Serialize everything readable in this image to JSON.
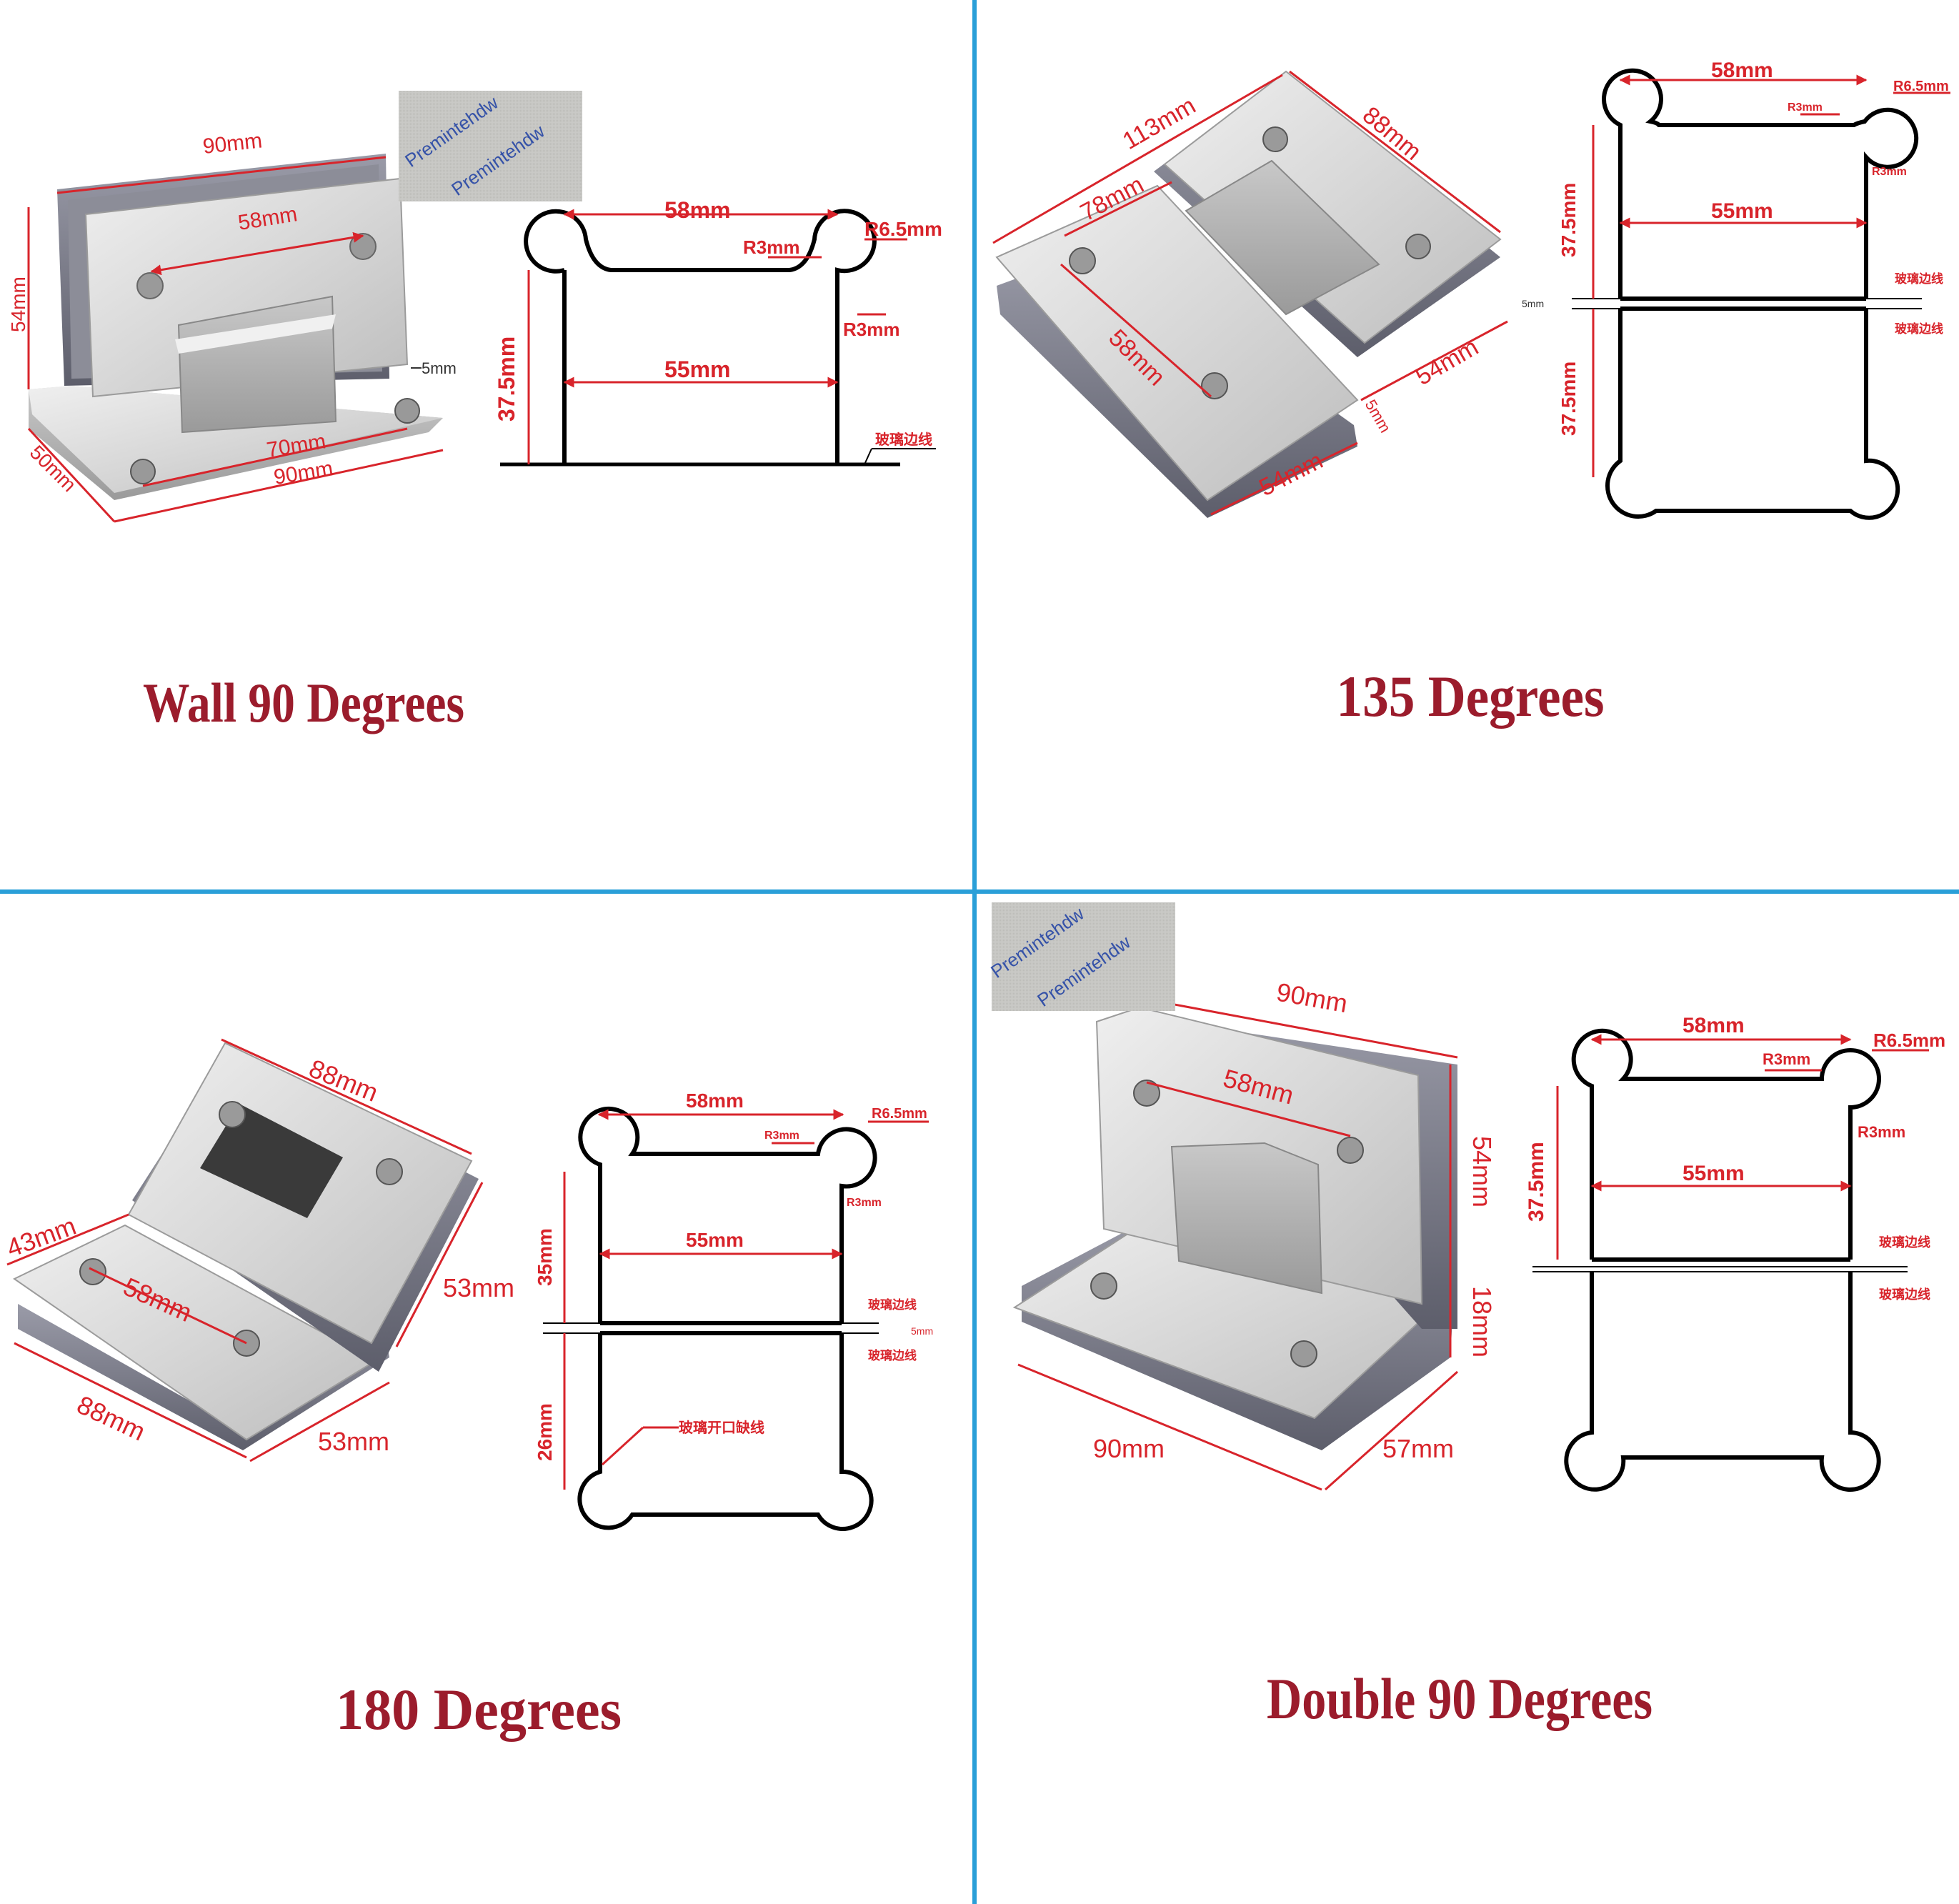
{
  "colors": {
    "divider": "#2a9fd8",
    "dimension": "#d8242b",
    "title": "#9b1c2c",
    "metal_light": "#e2e2e2",
    "metal_dark": "#a6a6a6",
    "glass": "#7e7f8c",
    "outline": "#000000"
  },
  "watermark": {
    "text": "Premintehdw"
  },
  "panels": [
    {
      "id": "wall90",
      "title": "Wall 90 Degrees",
      "photo_dims": [
        "90mm",
        "58mm",
        "54mm",
        "5mm",
        "70mm",
        "90mm",
        "50mm"
      ],
      "cutout": {
        "top": "58mm",
        "r_big": "R6.5mm",
        "r_small_top": "R3mm",
        "r_small_side": "R3mm",
        "height": "37.5mm",
        "width": "55mm",
        "glass_edge": "玻璃边线"
      }
    },
    {
      "id": "deg135",
      "title": "135 Degrees",
      "photo_dims": [
        "113mm",
        "88mm",
        "78mm",
        "58mm",
        "54mm",
        "5mm",
        "54mm"
      ],
      "cutout": {
        "top": "58mm",
        "r_big": "R6.5mm",
        "r_small_top": "R3mm",
        "r_small_side": "R3mm",
        "height_top": "37.5mm",
        "height_bottom": "37.5mm",
        "width": "55mm",
        "gap": "5mm",
        "glass_edge_1": "玻璃边线",
        "glass_edge_2": "玻璃边线"
      }
    },
    {
      "id": "deg180",
      "title": "180 Degrees",
      "photo_dims": [
        "88mm",
        "43mm",
        "58mm",
        "53mm",
        "88mm",
        "53mm"
      ],
      "cutout": {
        "top": "58mm",
        "r_big": "R6.5mm",
        "r_small_top": "R3mm",
        "r_small_side": "R3mm",
        "height_top": "35mm",
        "height_bottom": "26mm",
        "width": "55mm",
        "gap": "5mm",
        "glass_edge_1": "玻璃边线",
        "glass_edge_2": "玻璃边线",
        "glass_notch": "玻璃开口缺线"
      }
    },
    {
      "id": "double90",
      "title": "Double 90 Degrees",
      "photo_dims": [
        "90mm",
        "58mm",
        "54mm",
        "18mm",
        "90mm",
        "57mm"
      ],
      "cutout": {
        "top": "58mm",
        "r_big": "R6.5mm",
        "r_small_top": "R3mm",
        "r_small_side": "R3mm",
        "height": "37.5mm",
        "width": "55mm",
        "glass_edge_1": "玻璃边线",
        "glass_edge_2": "玻璃边线"
      }
    }
  ]
}
